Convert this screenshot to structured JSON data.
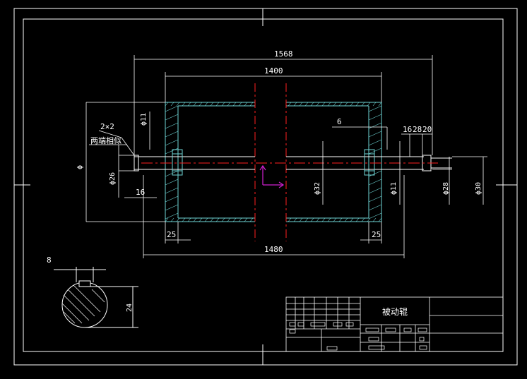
{
  "colors": {
    "background": "#000000",
    "line": "#ffffff",
    "outline": "#6fd6d6",
    "centerline": "#ff2020",
    "axes": "#d020d0"
  },
  "drawing": {
    "title_block": {
      "part_name": "被动辊"
    },
    "dimensions": {
      "overall_length": "1568",
      "drum_length": "1400",
      "bearing_span": "1480",
      "wall_left": "25",
      "wall_right": "25",
      "hub_gap": "6",
      "shaft_steps": "16",
      "step_b": "28",
      "step_c": "20",
      "left_step": "16"
    },
    "diameters": {
      "outer": "ϕ",
      "left_end": "ϕ26",
      "left_inner": "ϕ11",
      "right_inner": "ϕ11",
      "bore": "ϕ32",
      "shaft_a": "ϕ28",
      "shaft_b": "ϕ30"
    },
    "notes": {
      "chamfer": "2×2",
      "chamfer_note": "两端相似"
    },
    "section": {
      "key_width": "8",
      "depth": "24"
    }
  }
}
